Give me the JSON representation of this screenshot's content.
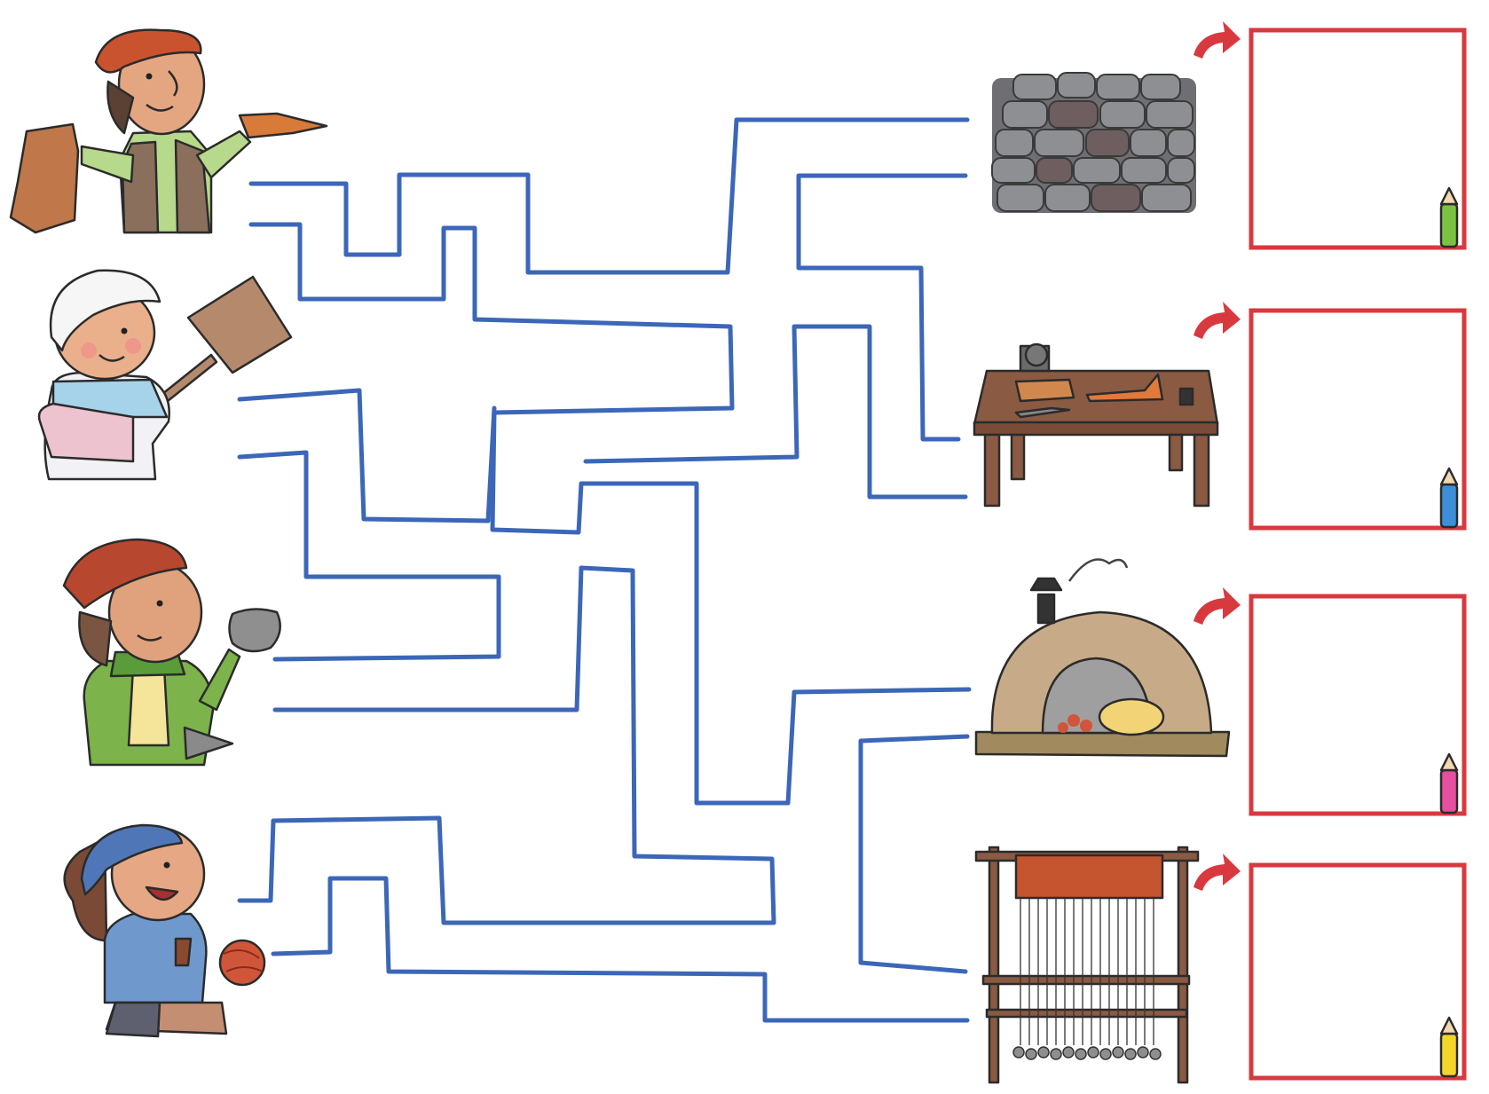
{
  "activity": {
    "kind": "maze",
    "workers": [
      {
        "id": "leatherworker",
        "icon": "leatherworker-icon"
      },
      {
        "id": "baker",
        "icon": "baker-icon"
      },
      {
        "id": "stonemason",
        "icon": "stonemason-icon"
      },
      {
        "id": "weaver",
        "icon": "weaver-icon"
      }
    ],
    "workplaces": [
      {
        "id": "stone-wall",
        "icon": "stone-wall-icon"
      },
      {
        "id": "cobbler-table",
        "icon": "workbench-icon"
      },
      {
        "id": "bread-oven",
        "icon": "oven-icon"
      },
      {
        "id": "loom",
        "icon": "loom-icon"
      }
    ],
    "answer_boxes": 4,
    "crayon_colors": [
      "#7cc242",
      "#3d8fd8",
      "#e64ea0",
      "#f2d52a"
    ],
    "colors": {
      "path": "#3c67b8",
      "box": "#d8393f"
    }
  }
}
